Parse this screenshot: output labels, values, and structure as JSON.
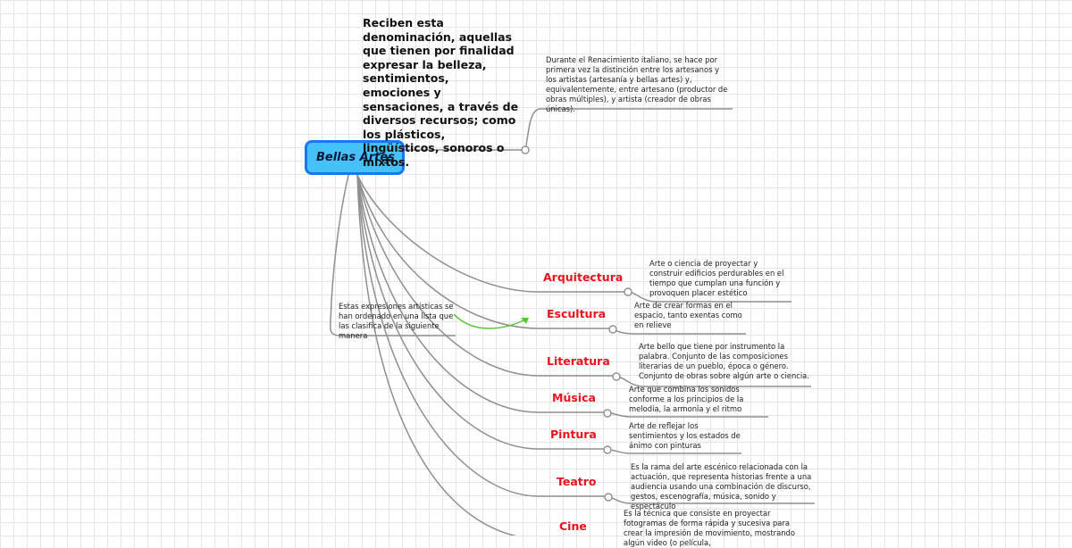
{
  "root": {
    "label": "Bellas Artes",
    "note_icon": "note-lines-icon"
  },
  "intro_text": "Reciben esta denominación, aquellas que tienen por finalidad expresar la belleza, sentimientos, emociones y sensaciones, a través de diversos recursos; como los plásticos, lingüísticos, sonoros o mixtos.",
  "renaissance_note": "Durante el Renacimiento italiano, se hace por primera vez la distinción entre los artesanos y los artistas (artesanía y bellas artes) y, equivalentemente, entre artesano (productor de obras múltiples), y artista (creador de obras únicas).",
  "classification_note": "Estas expresiones artísticas se han ordenado en una lista que las clasifica de la siguiente manera",
  "branches": [
    {
      "label": "Arquitectura",
      "description": "Arte o ciencia de proyectar y construir edificios perdurables en el tiempo que cumplan una función y provoquen placer estético"
    },
    {
      "label": "Escultura",
      "description": "Arte de crear formas en el espacio, tanto exentas como en relieve"
    },
    {
      "label": "Literatura",
      "description": "Arte bello que tiene por instrumento la palabra. Conjunto de las composiciones literarias de un pueblo, época o género. Conjunto de obras sobre algún arte o ciencia."
    },
    {
      "label": "Música",
      "description": "Arte que combina los sonidos conforme a los principios de la melodía, la armonía y el ritmo"
    },
    {
      "label": "Pintura",
      "description": "Arte de reflejar los sentimientos y los estados de ánimo con pinturas"
    },
    {
      "label": "Teatro",
      "description": "Es la rama del arte escénico relacionada con la actuación, que representa historias frente a una audiencia usando una combinación de discurso, gestos, escenografía, música, sonido y espectáculo"
    },
    {
      "label": "Cine",
      "description": "Es la técnica que consiste en proyectar fotogramas de forma rápida y sucesiva para crear la impresión de movimiento, mostrando algún video (o película,"
    }
  ],
  "colors": {
    "root_fill": "#45c3f8",
    "root_border": "#1877f2",
    "branch_text": "#e8131b",
    "connector": "#8f8f8f",
    "relationship_arrow": "#5cc43c"
  }
}
